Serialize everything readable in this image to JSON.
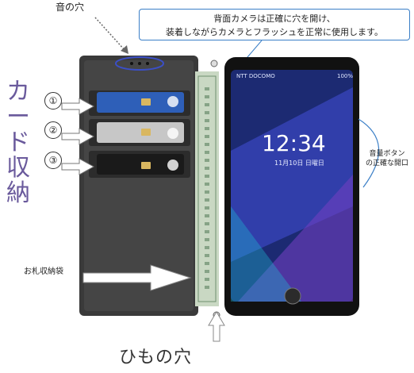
{
  "labels": {
    "top_hole": "音の穴",
    "callout_line1": "背面カメラは正確に穴を開け、",
    "callout_line2": "装着しながらカメラとフラッシュを正常に使用します。",
    "card_storage": [
      "カ",
      "ー",
      "ド",
      "収",
      "納"
    ],
    "slots": [
      "①",
      "②",
      "③"
    ],
    "volume_line1": "音量ボタン",
    "volume_line2": "の正確な開口",
    "bill_storage": "お札収納袋",
    "strap_hole": "ひもの穴"
  },
  "phone": {
    "carrier": "NTT DOCOMO",
    "battery": "100%",
    "time": "12:34",
    "date": "11月10日 日曜日"
  },
  "colors": {
    "accent_purple": "#6a5a9c",
    "callout_border": "#3b7fc7",
    "case_black": "#2a2a2a"
  }
}
